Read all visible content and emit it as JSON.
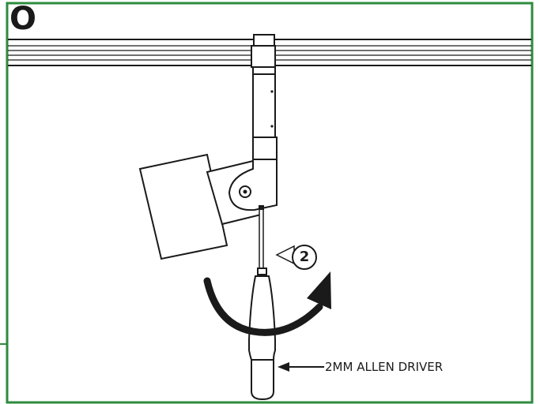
{
  "step": {
    "letter": "O"
  },
  "callout": {
    "number": "2"
  },
  "tool": {
    "label": "2MM ALLEN DRIVER"
  },
  "colors": {
    "frame_border": "#2e8b3e",
    "line_art": "#1a1a1a",
    "arrow_fill": "#1a1a1a",
    "background": "#ffffff"
  },
  "icons": {
    "rotation": "curved-arrow-icon",
    "callout_pointer": "triangle-pointer-icon",
    "label_pointer": "arrow-left-icon"
  }
}
